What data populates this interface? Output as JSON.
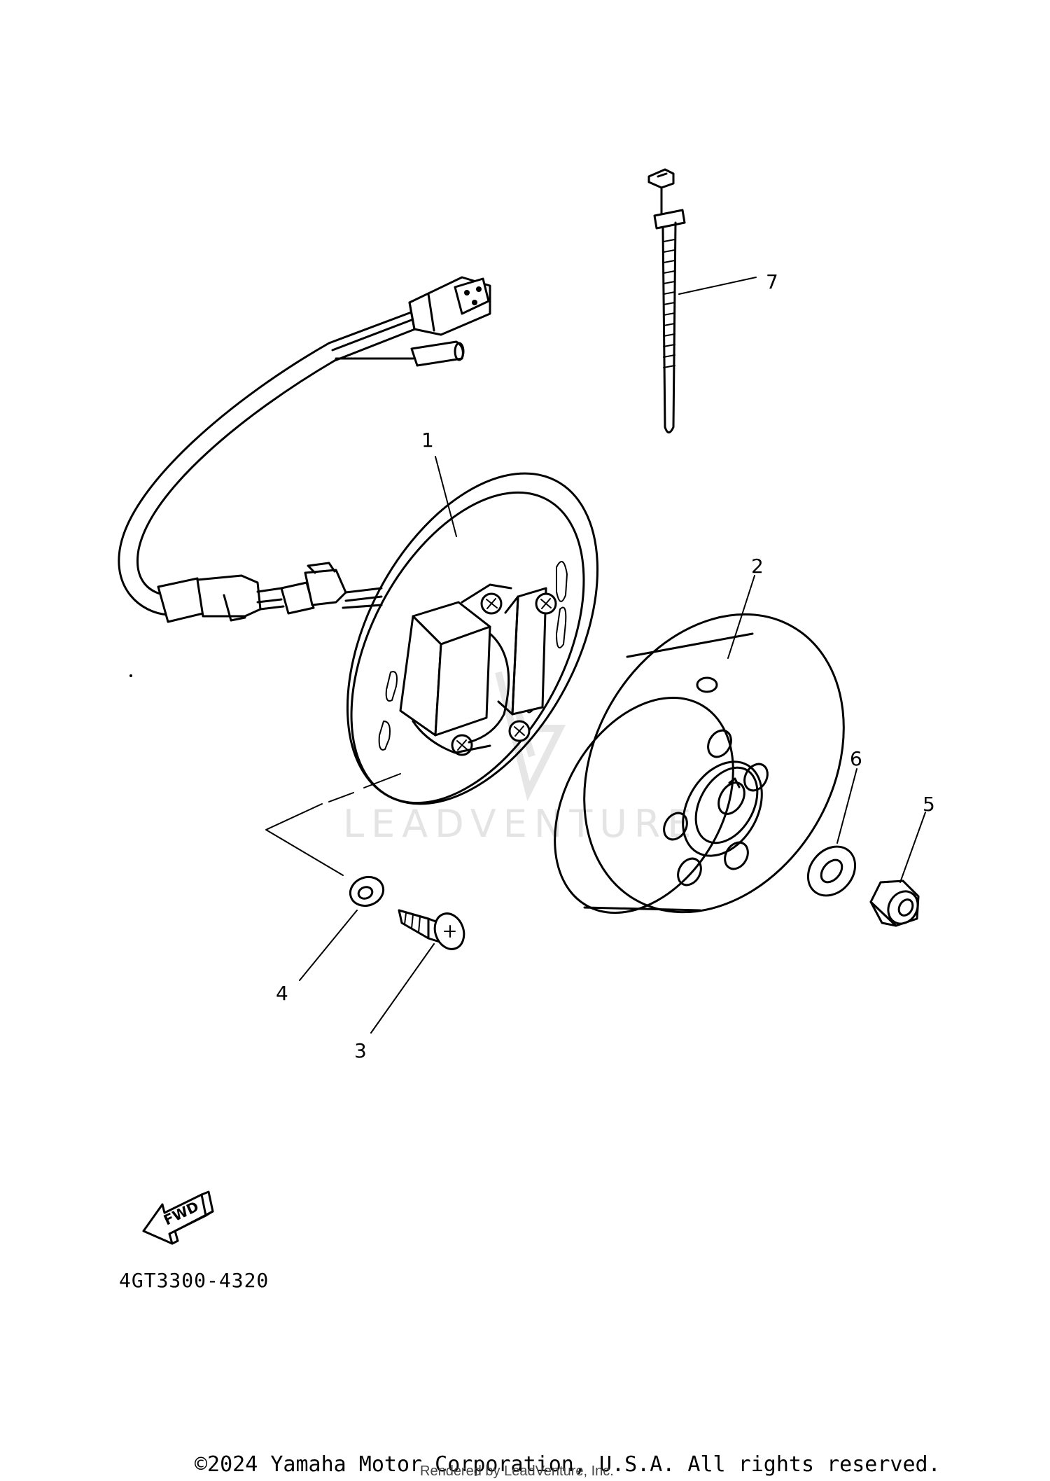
{
  "callouts": [
    "1",
    "2",
    "3",
    "4",
    "5",
    "6",
    "7"
  ],
  "watermark": "LEADVENTURE",
  "fwd_label": "FWD",
  "diagram_code": "4GT3300-4320",
  "copyright": "©2024 Yamaha Motor Corporation, U.S.A. All rights reserved.",
  "rendered_by": "Rendered by LeadVenture, Inc."
}
